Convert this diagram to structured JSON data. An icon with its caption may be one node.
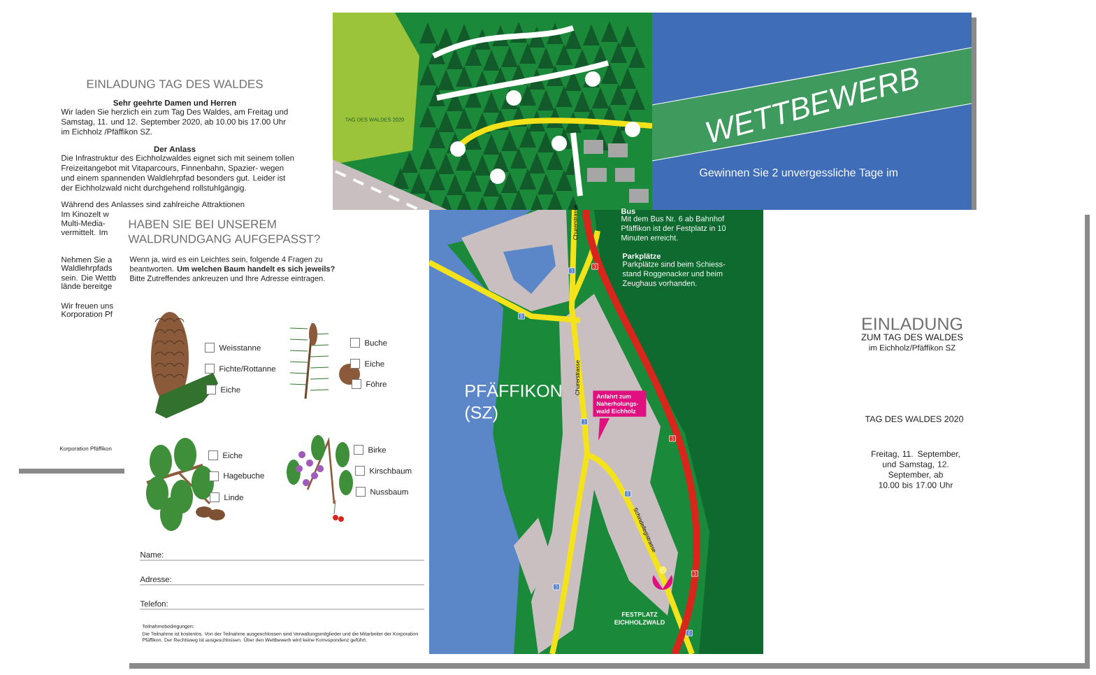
{
  "diagram": {
    "labels": [
      "EINLADUNG TAG DES WALDES",
      "Sehr geehrte Damen und Herren",
      "Wir laden Sie herzlich ein zum Tag Des Waldes, am Freitag und Samstag, 11. und 12. September 2020, ab 10.00 bis 17.00 Uhr im Eichholz /Pfäffikon SZ.",
      "Der Anlass",
      "Die Infrastruktur des Eichholzwaldes eignet sich mit seinem tollen Freizeitangebot mit Vitaparcours, Finnenbahn, Spazier- wegen und einem spannenden Waldlehrpfad besonders gut. Leider ist der Eichholzwald nicht durchgehend rollstuhlgängig.",
      "Während des Anlasses sind zahlreiche Attraktionen",
      "Im Kinozelt w",
      "Multi-Media-",
      "vermittelt. Im",
      "Nehmen Sie a",
      "Waldlehrpfads",
      "sein. Die Wettb",
      "lände bereitge",
      "Wir freuen uns",
      "Korporation Pf",
      "Korporation Pfäffikon",
      "TAG DES WALDES 2020",
      "WETTBEWERB",
      "Gewinnen Sie 2 unvergessliche Tage im",
      "HABEN SIE BEI UNSEREM WALDRUNDGANG AUFGEPASST?",
      "Wenn ja, wird es ein Leichtes sein, folgende 4 Fragen zu beantworten. **Um welchen Baum handelt es sich jeweils?** Bitte Zutreffendes ankreuzen und Ihre Adresse eintragen.",
      "Weisstanne",
      "Fichte/Rottanne",
      "Eiche",
      "Buche",
      "Eiche",
      "Föhre",
      "Eiche",
      "Hagebuche",
      "Linde",
      "Birke",
      "Kirschbaum",
      "Nussbaum",
      "Name:",
      "Adresse:",
      "Telefon:",
      "Teilnahmebedingungen:",
      "Die Teilnahme ist kostenlos. Von der Teilnahme ausgeschlossen sind Verwaltungsmitglieder und die Mitarbeiter der Korporation Pfäffikon. Der Rechtsweg ist ausgeschlossen. Über den Wettbewerb wird keine Korrespondenz geführt.",
      "Churerstrasse",
      "Bus",
      "Mit dem Bus Nr. 6 ab Bahnhof Pfäffikon ist der Festplatz in 10 Minuten erreicht.",
      "Parkplätze",
      "Parkplätze sind beim Schiess- stand Roggenacker und beim Zeughaus vorhanden.",
      "3",
      "3",
      "8",
      "Churerstrasse",
      "PFÄFFIKON (SZ)",
      "Anfahrt zum Naherholungs- wald Eichholz",
      "3",
      "3",
      "8",
      "Schindellegistrasse",
      "3",
      "3",
      "FESTPLATZ EICHHOLZWALD",
      "8",
      "EINLADUNG",
      "ZUM TAG DES WALDES",
      "im Eichholz/Pfäffikon SZ",
      "TAG DES WALDES 2020",
      "Freitag, 11. September, und Samstag, 12. September, ab 10.00 bis 17.00 Uhr"
    ]
  }
}
